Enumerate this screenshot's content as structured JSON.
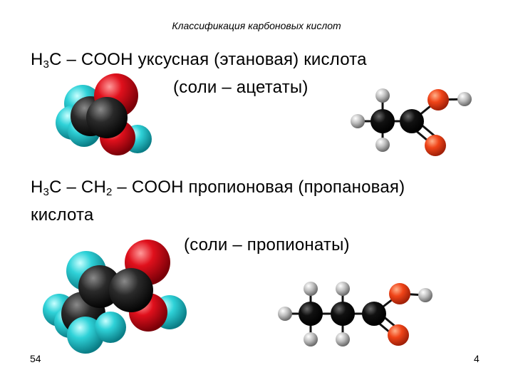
{
  "header": "Классификация карбоновых кислот",
  "acetic": {
    "formula": {
      "a": "H",
      "a_sub": "3",
      "b": "C – COOH"
    },
    "name": " уксусная (этановая) кислота",
    "salts": "(соли – ацетаты)"
  },
  "propionic": {
    "formula": {
      "a": "H",
      "a_sub": "3",
      "b": "C – CH",
      "b_sub": "2",
      "c": " – COOH"
    },
    "name": " пропионовая (пропановая)",
    "name_cont": "кислота",
    "salts": "(соли – пропионаты)"
  },
  "footer": {
    "left": "54",
    "right": "4"
  },
  "colors": {
    "carbon": "#111111",
    "oxygen_spacefill": "#d0101a",
    "hydrogen_spacefill": "#22c8d0",
    "oxygen_ballstick": "#f04418",
    "hydrogen_ballstick": "#b8b8b8"
  }
}
